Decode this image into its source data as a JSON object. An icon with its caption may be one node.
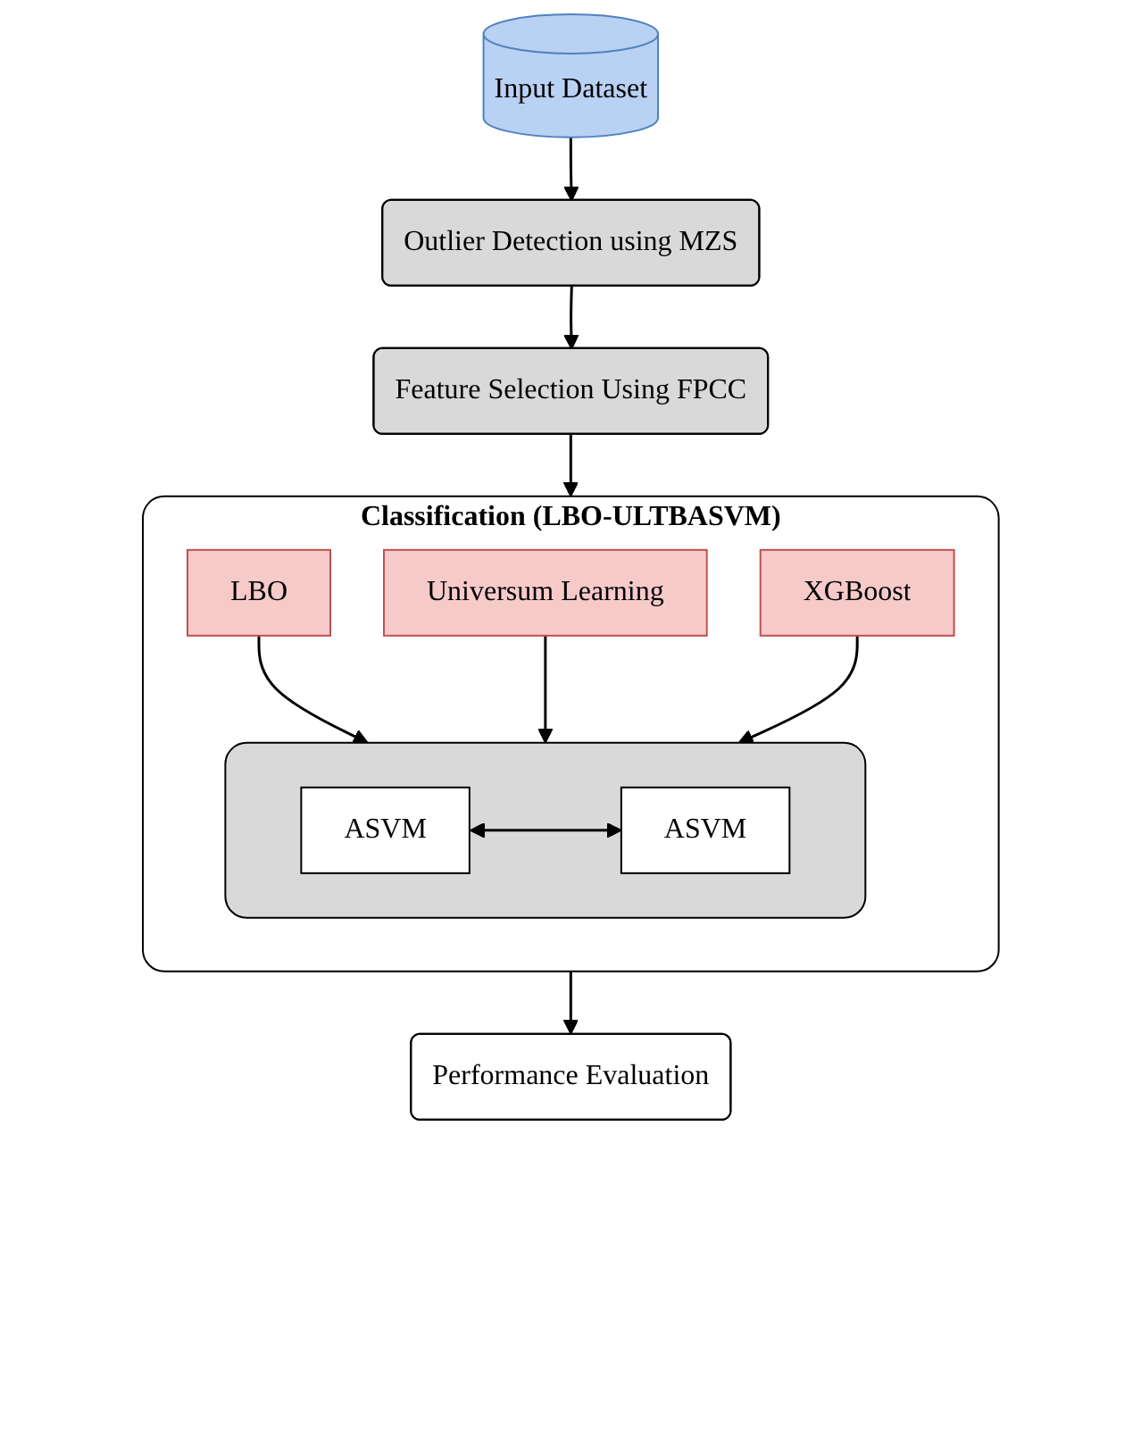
{
  "diagram": {
    "nodes": [
      {
        "text": [
          "Input Dataset"
        ]
      },
      {
        "text": [
          "Outlier Detection using MZS"
        ]
      },
      {
        "text": [
          "Feature Selection Using FPCC"
        ]
      },
      {
        "text": [
          "Classification (LBO-ULTBASVM)"
        ]
      },
      {
        "text": [],
        "shape": "box",
        "in": 3
      },
      {
        "text": [
          "ASVM"
        ],
        "in": 4
      },
      {
        "text": [
          "ASVM"
        ],
        "in": 4
      },
      {
        "text": [
          "LBO"
        ],
        "in": 3
      },
      {
        "text": [
          "Universum Learning"
        ],
        "in": 3
      },
      {
        "text": [
          "XGBoost"
        ],
        "in": 3
      },
      {
        "text": [
          "Performance Evaluation"
        ]
      }
    ],
    "edges": [
      {
        "from": 0,
        "to": 1,
        "arrow": "to"
      },
      {
        "from": 1,
        "to": 2,
        "arrow": "to"
      },
      {
        "from": 2,
        "to": 3,
        "arrow": "to"
      },
      {
        "from": 5,
        "to": 6,
        "arrow": "both"
      },
      {
        "from": 7,
        "to": 4,
        "arrow": "to"
      },
      {
        "from": 8,
        "to": 4,
        "arrow": "to"
      },
      {
        "from": 9,
        "to": 4,
        "arrow": "to"
      },
      {
        "from": 3,
        "to": 10,
        "arrow": "to"
      }
    ]
  }
}
